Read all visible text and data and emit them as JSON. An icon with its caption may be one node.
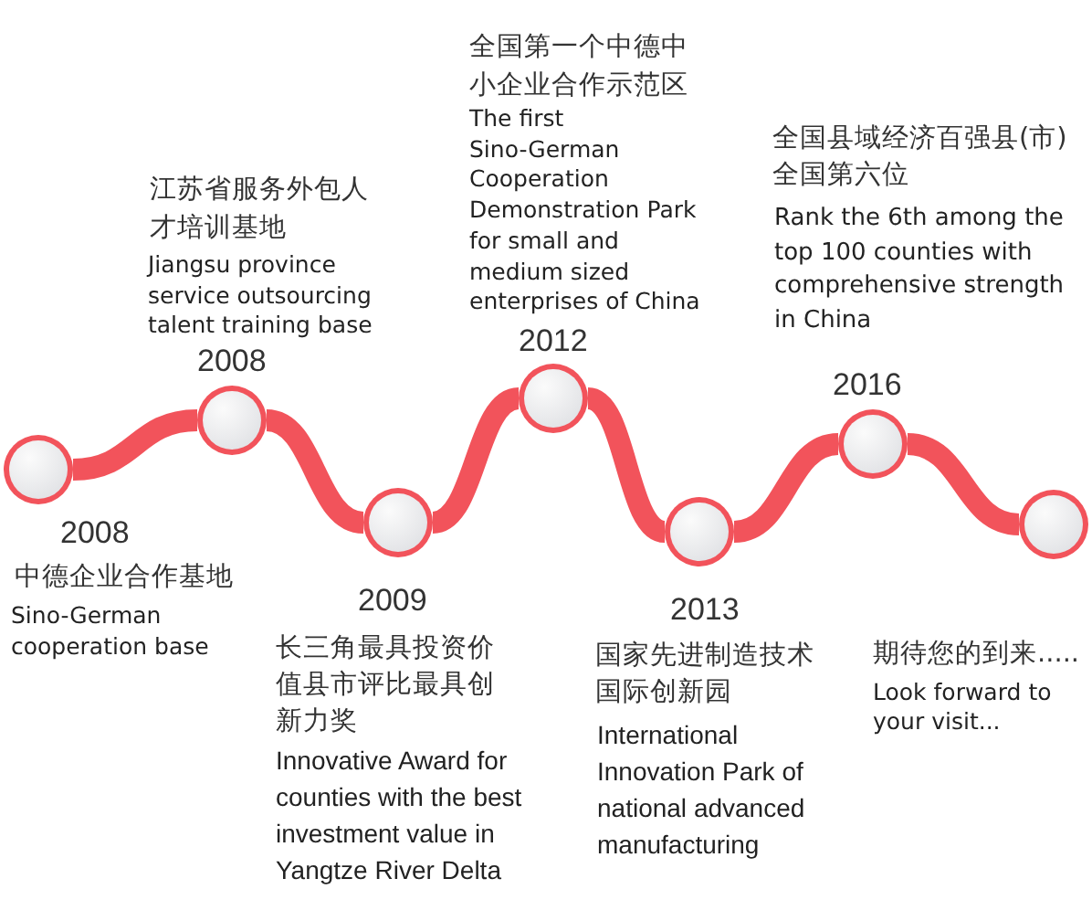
{
  "diagram": {
    "nodes": [
      {
        "text": [],
        "shape": "circle",
        "beside": [
          "2008",
          "中德企业合作基地",
          "Sino-German cooperation base"
        ]
      },
      {
        "text": [],
        "shape": "circle",
        "beside": [
          "江苏省服务外包人才培训基地",
          "Jiangsu province service outsourcing talent training base",
          "2008"
        ]
      },
      {
        "text": [],
        "shape": "circle",
        "beside": [
          "2009",
          "长三角最具投资价值县市评比最具创新力奖",
          "Innovative Award for counties with the best investment value in Yangtze River Delta"
        ]
      },
      {
        "text": [],
        "shape": "circle",
        "beside": [
          "全国第一个中德中小企业合作示范区",
          "The first Sino-German Cooperation Demonstration Park for small and medium sized enterprises of China",
          "2012"
        ]
      },
      {
        "text": [],
        "shape": "circle",
        "beside": [
          "2013",
          "国家先进制造技术国际创新园",
          "International Innovation Park of national advanced manufacturing"
        ]
      },
      {
        "text": [],
        "shape": "circle",
        "beside": [
          "全国县域经济百强县(市)全国第六位",
          "Rank the 6th among the top 100 counties with comprehensive strength in China",
          "2016"
        ]
      },
      {
        "text": [],
        "shape": "circle",
        "beside": [
          "期待您的到来.....",
          "Look forward to your visit..."
        ]
      }
    ],
    "edges": [
      {
        "from": 0,
        "to": 1,
        "arrow": "none"
      },
      {
        "from": 1,
        "to": 2,
        "arrow": "none"
      },
      {
        "from": 2,
        "to": 3,
        "arrow": "none"
      },
      {
        "from": 3,
        "to": 4,
        "arrow": "none"
      },
      {
        "from": 4,
        "to": 5,
        "arrow": "none"
      },
      {
        "from": 5,
        "to": 6,
        "arrow": "none"
      }
    ]
  }
}
